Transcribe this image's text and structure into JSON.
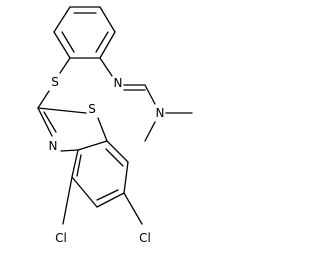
{
  "molecule": {
    "atoms": {
      "sulfur_thioether": "S",
      "sulfur_ring": "S",
      "nitrogen_ring": "N",
      "nitrogen_imine": "N",
      "nitrogen_amine": "N",
      "chlorine_4": "Cl",
      "chlorine_6": "Cl"
    }
  }
}
